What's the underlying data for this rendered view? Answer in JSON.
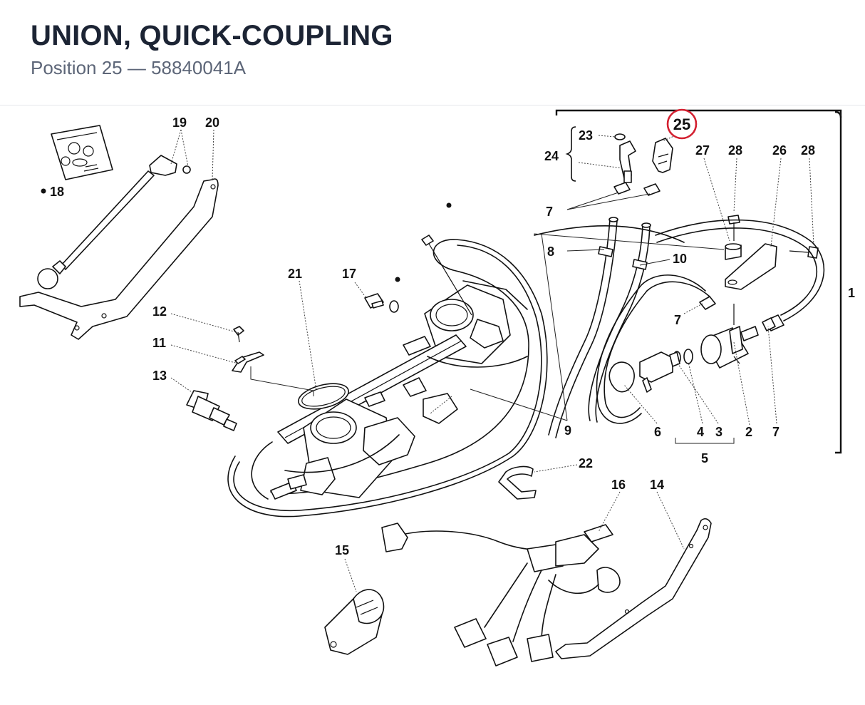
{
  "header": {
    "title": "UNION, QUICK-COUPLING",
    "subtitle": "Position 25 — 58840041A"
  },
  "highlight_color": "#d32030",
  "callouts": {
    "c1": "1",
    "c2": "2",
    "c3": "3",
    "c4": "4",
    "c5": "5",
    "c6": "6",
    "c7a": "7",
    "c7b": "7",
    "c7c": "7",
    "c8": "8",
    "c9": "9",
    "c10": "10",
    "c11": "11",
    "c12": "12",
    "c13": "13",
    "c14": "14",
    "c15": "15",
    "c16": "16",
    "c17": "17",
    "c18": "18",
    "c19": "19",
    "c20": "20",
    "c21": "21",
    "c22": "22",
    "c23": "23",
    "c24": "24",
    "c25": "25",
    "c26": "26",
    "c27": "27",
    "c28a": "28",
    "c28b": "28"
  }
}
